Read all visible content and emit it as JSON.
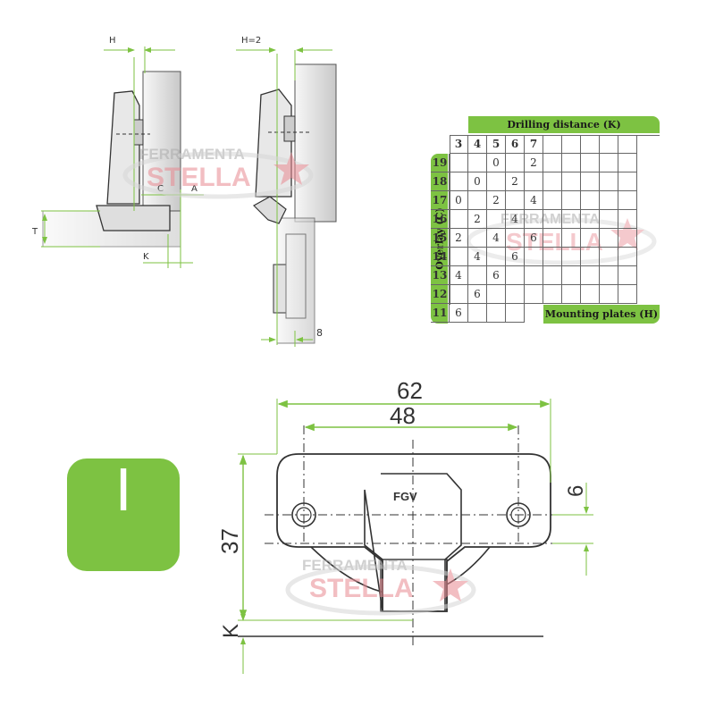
{
  "watermark": {
    "line1": "FERRAMENTA",
    "line2": "STELLA"
  },
  "side_views": {
    "left": {
      "H": "H",
      "C": "C",
      "A": "A",
      "T": "T",
      "K": "K"
    },
    "right": {
      "H": "H=2",
      "plate": "8"
    }
  },
  "drill_table": {
    "header": "Drilling distance (K)",
    "side": "Overlay (C)",
    "footer": "Mounting plates (H)",
    "columns": [
      "3",
      "4",
      "5",
      "6",
      "7",
      "",
      "",
      "",
      "",
      ""
    ],
    "rows": [
      {
        "label": "19",
        "cells": [
          "",
          "",
          "0",
          "",
          "2",
          "",
          "",
          "",
          "",
          ""
        ]
      },
      {
        "label": "18",
        "cells": [
          "",
          "0",
          "",
          "2",
          "",
          "",
          "",
          "",
          "",
          ""
        ]
      },
      {
        "label": "17",
        "cells": [
          "0",
          "",
          "2",
          "",
          "4",
          "",
          "",
          "",
          "",
          ""
        ]
      },
      {
        "label": "16",
        "cells": [
          "",
          "2",
          "",
          "4",
          "",
          "",
          "",
          "",
          "",
          ""
        ]
      },
      {
        "label": "15",
        "cells": [
          "2",
          "",
          "4",
          "",
          "6",
          "",
          "",
          "",
          "",
          ""
        ]
      },
      {
        "label": "14",
        "cells": [
          "",
          "4",
          "",
          "6",
          "",
          "",
          "",
          "",
          "",
          ""
        ]
      },
      {
        "label": "13",
        "cells": [
          "4",
          "",
          "6",
          "",
          "",
          "",
          "",
          "",
          "",
          ""
        ]
      },
      {
        "label": "12",
        "cells": [
          "",
          "6",
          "",
          "",
          "",
          "",
          "",
          "",
          "",
          ""
        ]
      },
      {
        "label": "11",
        "cells": [
          "6",
          "",
          "",
          "",
          "",
          "",
          "",
          "",
          "",
          ""
        ]
      }
    ]
  },
  "badge": {
    "letter": "I",
    "color": "#7dc242"
  },
  "plate_drawing": {
    "width_outer": "62",
    "width_holes": "48",
    "height": "37",
    "hole_offset": "6",
    "distance": "K",
    "logo": "FGV"
  },
  "colors": {
    "accent": "#7dc242",
    "dimension": "#7dc242",
    "line": "#333333"
  }
}
